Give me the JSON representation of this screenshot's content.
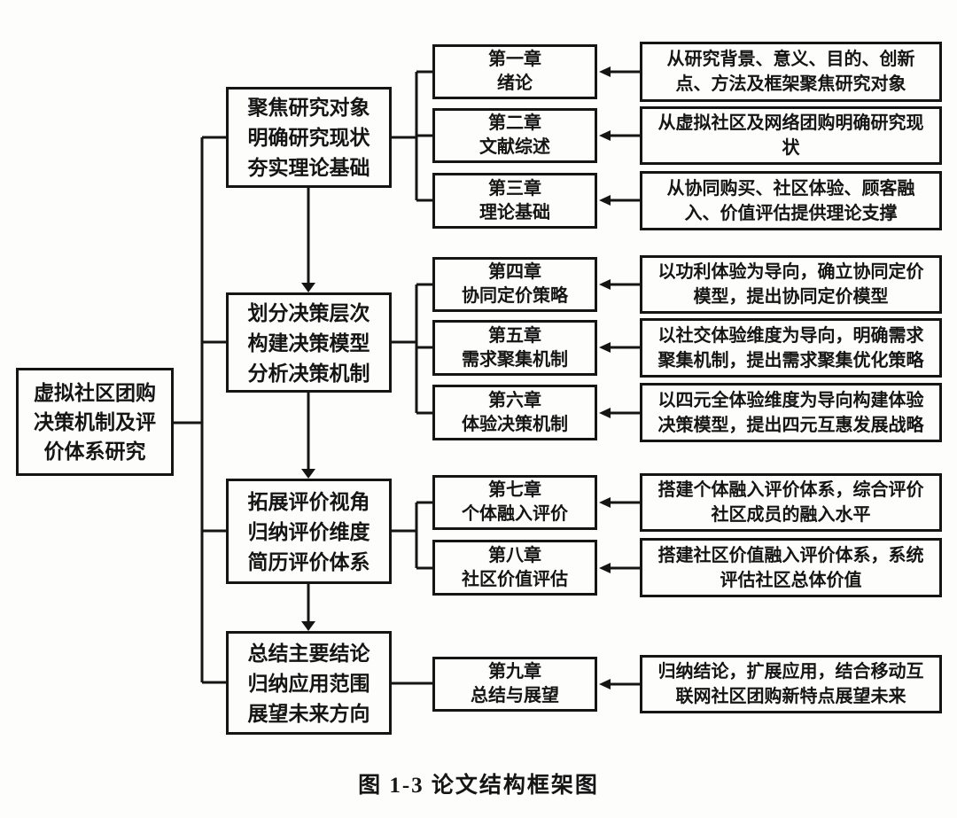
{
  "figure": {
    "caption": "图 1-3 论文结构框架图"
  },
  "colors": {
    "ink": "#151515",
    "background": "#fdfdfc"
  },
  "root_box": {
    "label": "虚拟社区团购\n决策机制及评\n价体系研究"
  },
  "phases": [
    {
      "label": "聚焦研究对象\n明确研究现状\n夯实理论基础"
    },
    {
      "label": "划分决策层次\n构建决策模型\n分析决策机制"
    },
    {
      "label": "拓展评价视角\n归纳评价维度\n简历评价体系"
    },
    {
      "label": "总结主要结论\n归纳应用范围\n展望未来方向"
    }
  ],
  "chapters": [
    {
      "label": "第一章\n绪论"
    },
    {
      "label": "第二章\n文献综述"
    },
    {
      "label": "第三章\n理论基础"
    },
    {
      "label": "第四章\n协同定价策略"
    },
    {
      "label": "第五章\n需求聚集机制"
    },
    {
      "label": "第六章\n体验决策机制"
    },
    {
      "label": "第七章\n个体融入评价"
    },
    {
      "label": "第八章\n社区价值评估"
    },
    {
      "label": "第九章\n总结与展望"
    }
  ],
  "descriptions": [
    {
      "label": "从研究背景、意义、目的、创新\n点、方法及框架聚焦研究对象"
    },
    {
      "label": "从虚拟社区及网络团购明确研究现\n状"
    },
    {
      "label": "从协同购买、社区体验、顾客融\n入、价值评估提供理论支撑"
    },
    {
      "label": "以功利体验为导向，确立协同定价\n模型，提出协同定价模型"
    },
    {
      "label": "以社交体验维度为导向，明确需求\n聚集机制，提出需求聚集优化策略"
    },
    {
      "label": "以四元全体验维度为导向构建体验\n决策模型，提出四元互惠发展战略"
    },
    {
      "label": "搭建个体融入评价体系，综合评价\n社区成员的融入水平"
    },
    {
      "label": "搭建社区价值融入评价体系，系统\n评估社区总体价值"
    },
    {
      "label": "归纳结论，扩展应用，结合移动互\n联网社区团购新特点展望未来"
    }
  ]
}
